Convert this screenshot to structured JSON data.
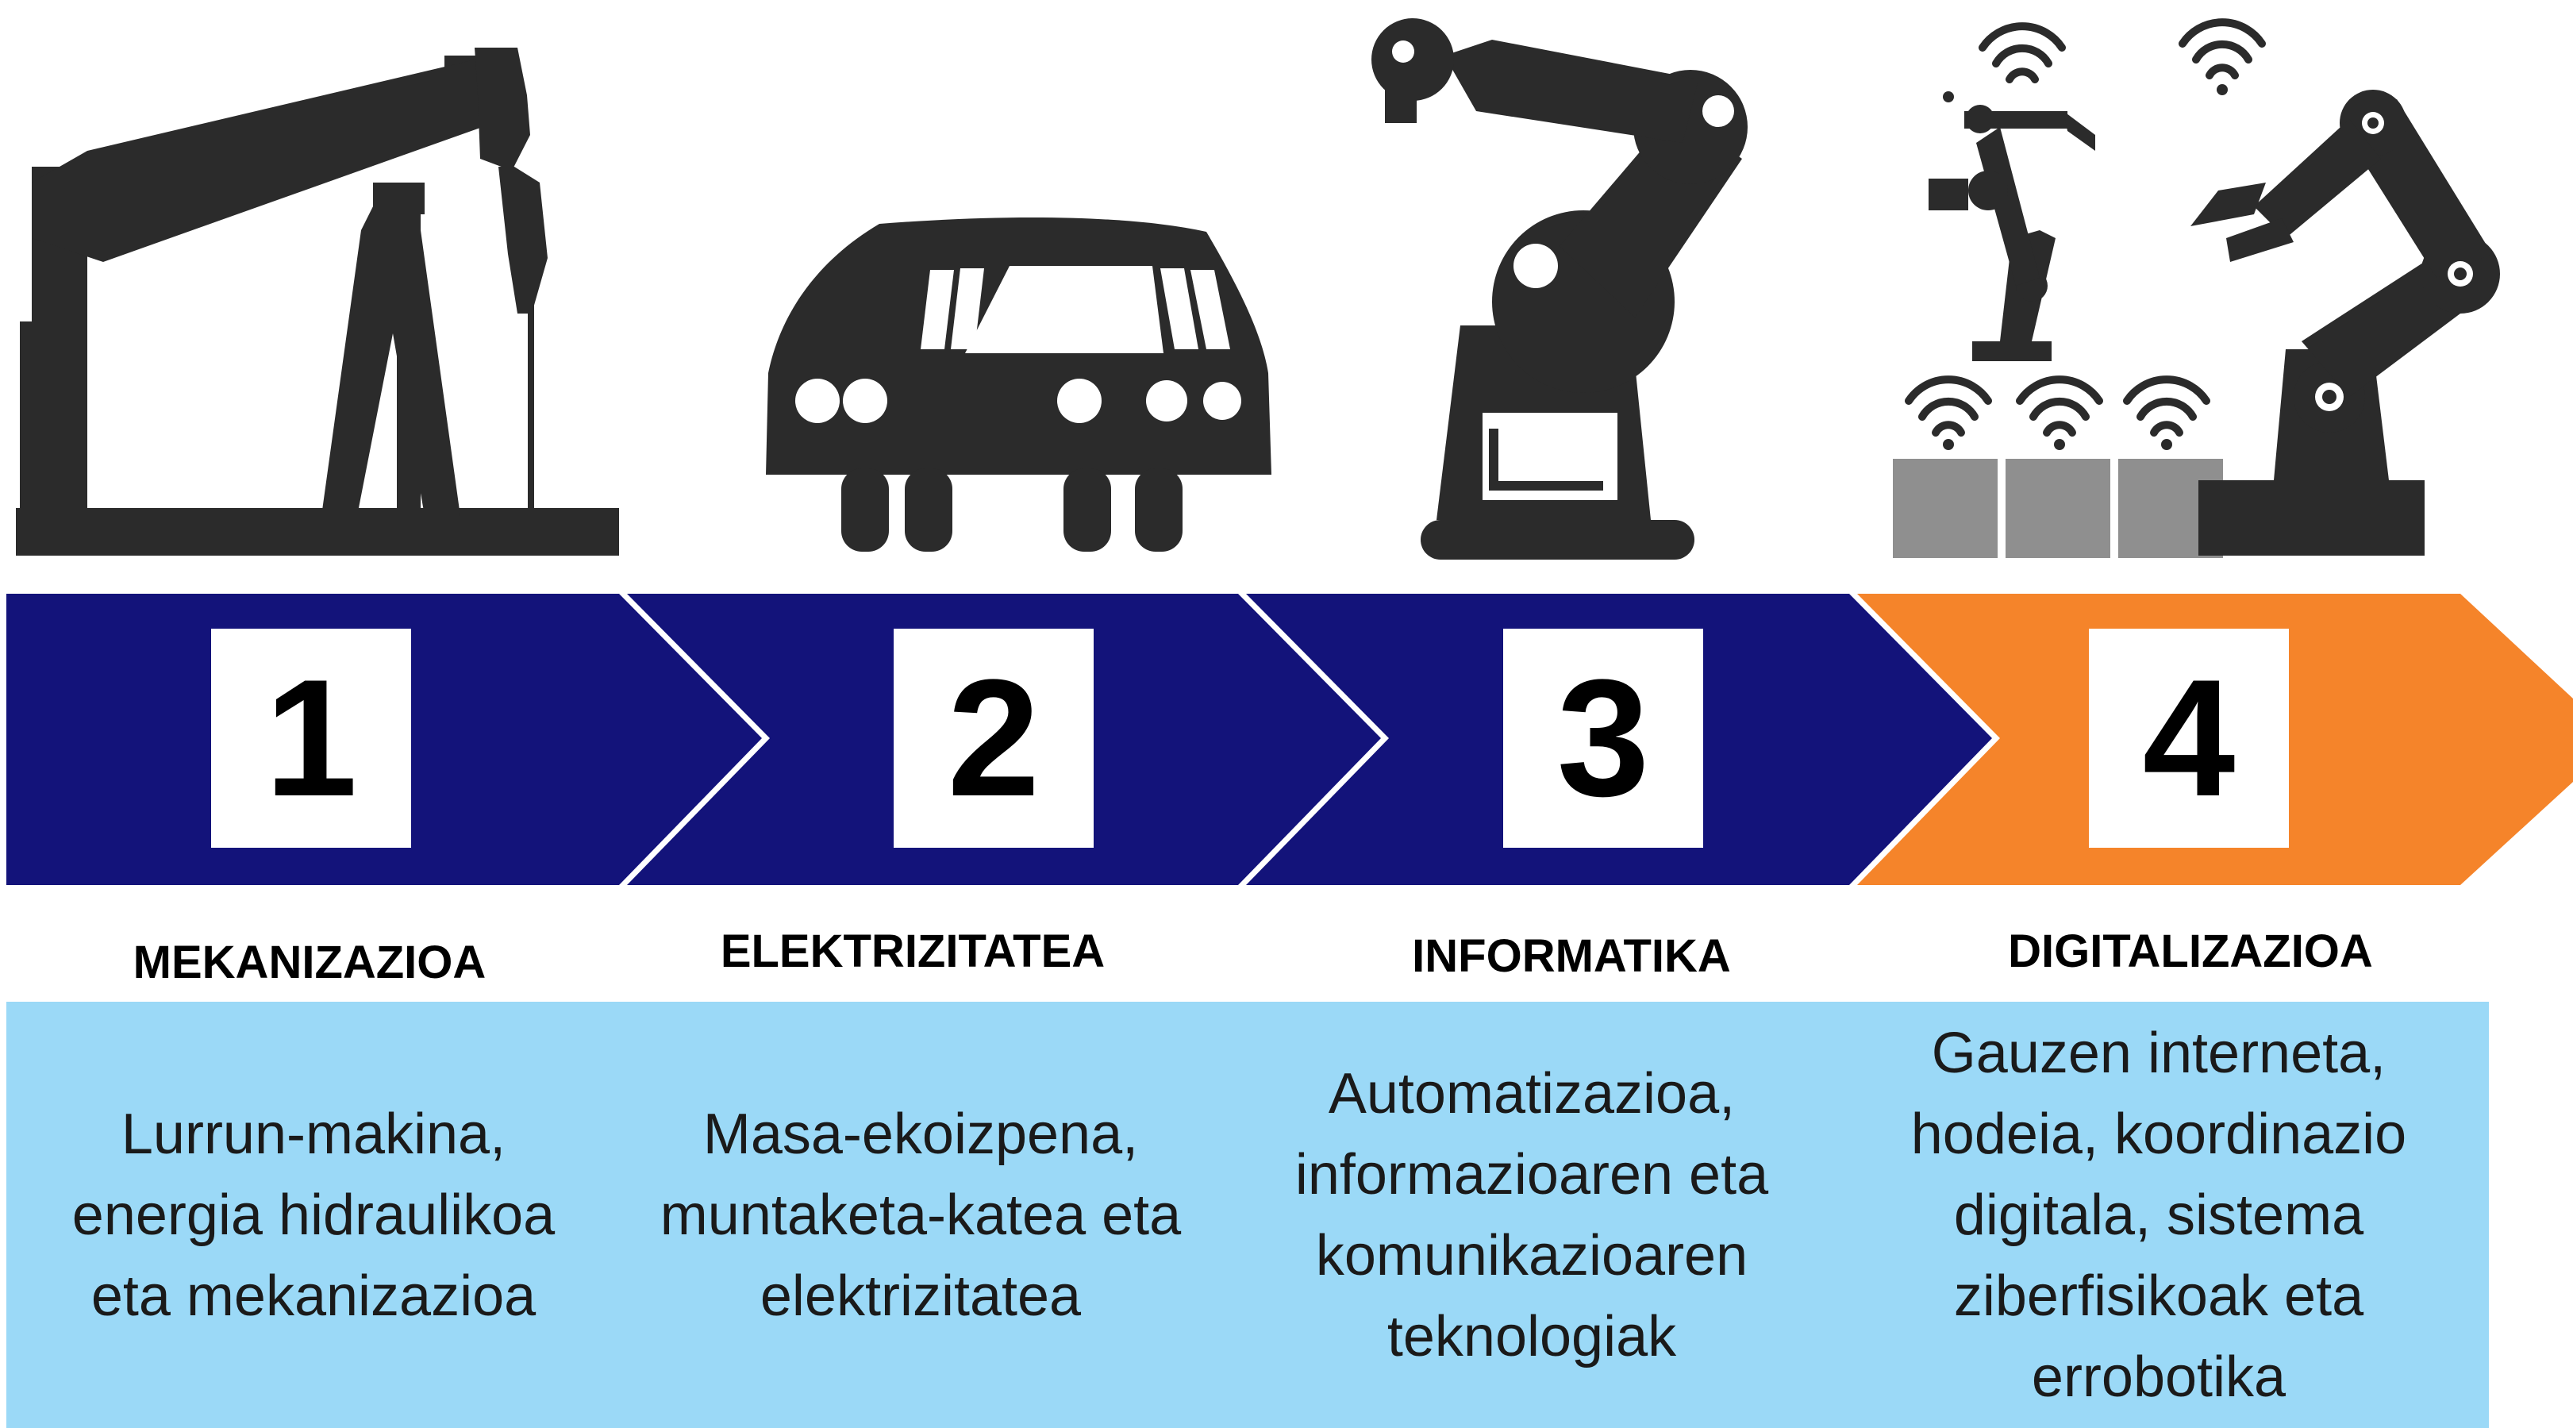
{
  "stages": [
    {
      "number": "1",
      "title": "MEKANIZAZIOA",
      "description": [
        "Lurrun-makina,",
        "energia hidraulikoa",
        "eta mekanizazioa"
      ],
      "icon": "oil-pump-icon"
    },
    {
      "number": "2",
      "title": "ELEKTRIZITATEA",
      "description": [
        "Masa-ekoizpena,",
        "muntaketa-katea eta",
        "elektrizitatea"
      ],
      "icon": "car-icon"
    },
    {
      "number": "3",
      "title": "INFORMATIKA",
      "description": [
        "Automatizazioa,",
        "informazioaren eta",
        "komunikazioaren",
        "teknologiak"
      ],
      "icon": "robot-arm-icon"
    },
    {
      "number": "4",
      "title": "DIGITALIZAZIOA",
      "description": [
        "Gauzen interneta,",
        "hodeia, koordinazio",
        "digitala, sistema",
        "ziberfisikoak eta",
        "errobotika"
      ],
      "icon": "smart-factory-icon"
    }
  ],
  "colors": {
    "arrow_blue": "#13137a",
    "arrow_orange": "#f5842a",
    "description_panel": "#9bd9f7",
    "icon_dark": "#2b2b2b",
    "box_grey": "#8f8f8f"
  }
}
